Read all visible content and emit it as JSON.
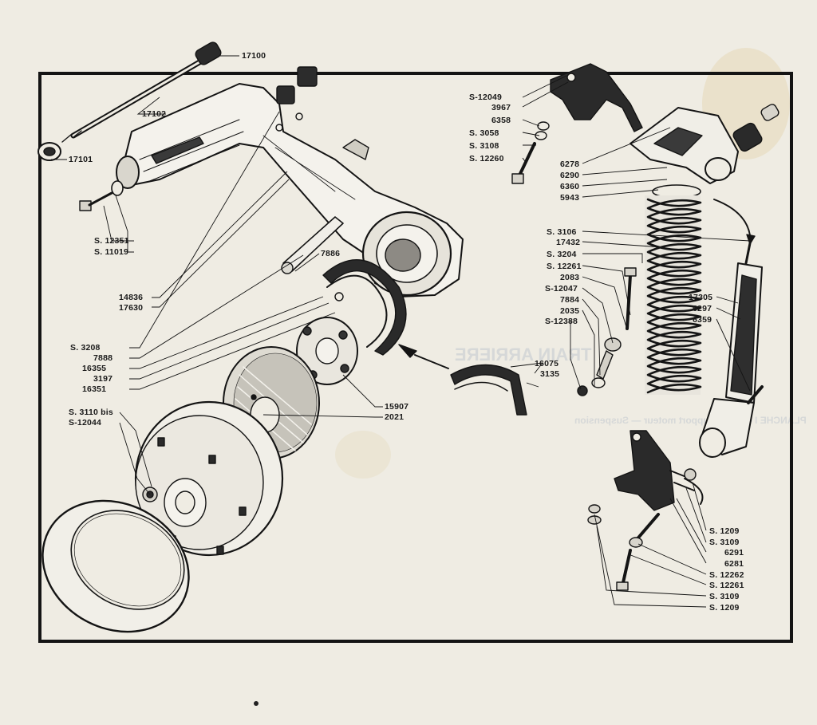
{
  "labels": {
    "l17100": "17100",
    "l17102": "17102",
    "l17101": "17101",
    "lS12351": "S. 12351",
    "lS11019": "S. 11019",
    "l14836": "14836",
    "l17630": "17630",
    "l7886": "7886",
    "lS3208": "S.  3208",
    "l7888": "7888",
    "l16355": "16355",
    "l3197": "3197",
    "l16351": "16351",
    "l15907": "15907",
    "l2021": "2021",
    "l16075": "16075",
    "l3135": "3135",
    "lS3110bis": "S.  3110 bis",
    "lS12044": "S-12044",
    "lS12049": "S-12049",
    "l3967": "3967",
    "l6358": "6358",
    "lS3058": "S.  3058",
    "lS3108": "S.  3108",
    "lS12260": "S. 12260",
    "l6278": "6278",
    "l6290": "6290",
    "l6360": "6360",
    "l5943": "5943",
    "lS3106": "S.  3106",
    "l17432": "17432",
    "lS3204": "S.  3204",
    "lS12261a": "S. 12261",
    "l2083": "2083",
    "lS12047": "S-12047",
    "l7884": "7884",
    "l2035": "2035",
    "lS12388": "S-12388",
    "l17305": "17305",
    "l6297": "6297",
    "l6359": "6359",
    "lS1209a": "S.   1209",
    "lS3109a": "S.   3109",
    "l6291": "6291",
    "l6281": "6281",
    "lS12262": "S. 12262",
    "lS12261b": "S. 12261",
    "lS3109b": "S.  3109",
    "lS1209b": "S.  1209"
  },
  "reverse_text": {
    "title": "TRAIN ARRIERE",
    "caption": "PLANCHE I — Train support moteur — Suspension"
  },
  "colors": {
    "ink": "#141414",
    "paper": "#efece3"
  }
}
